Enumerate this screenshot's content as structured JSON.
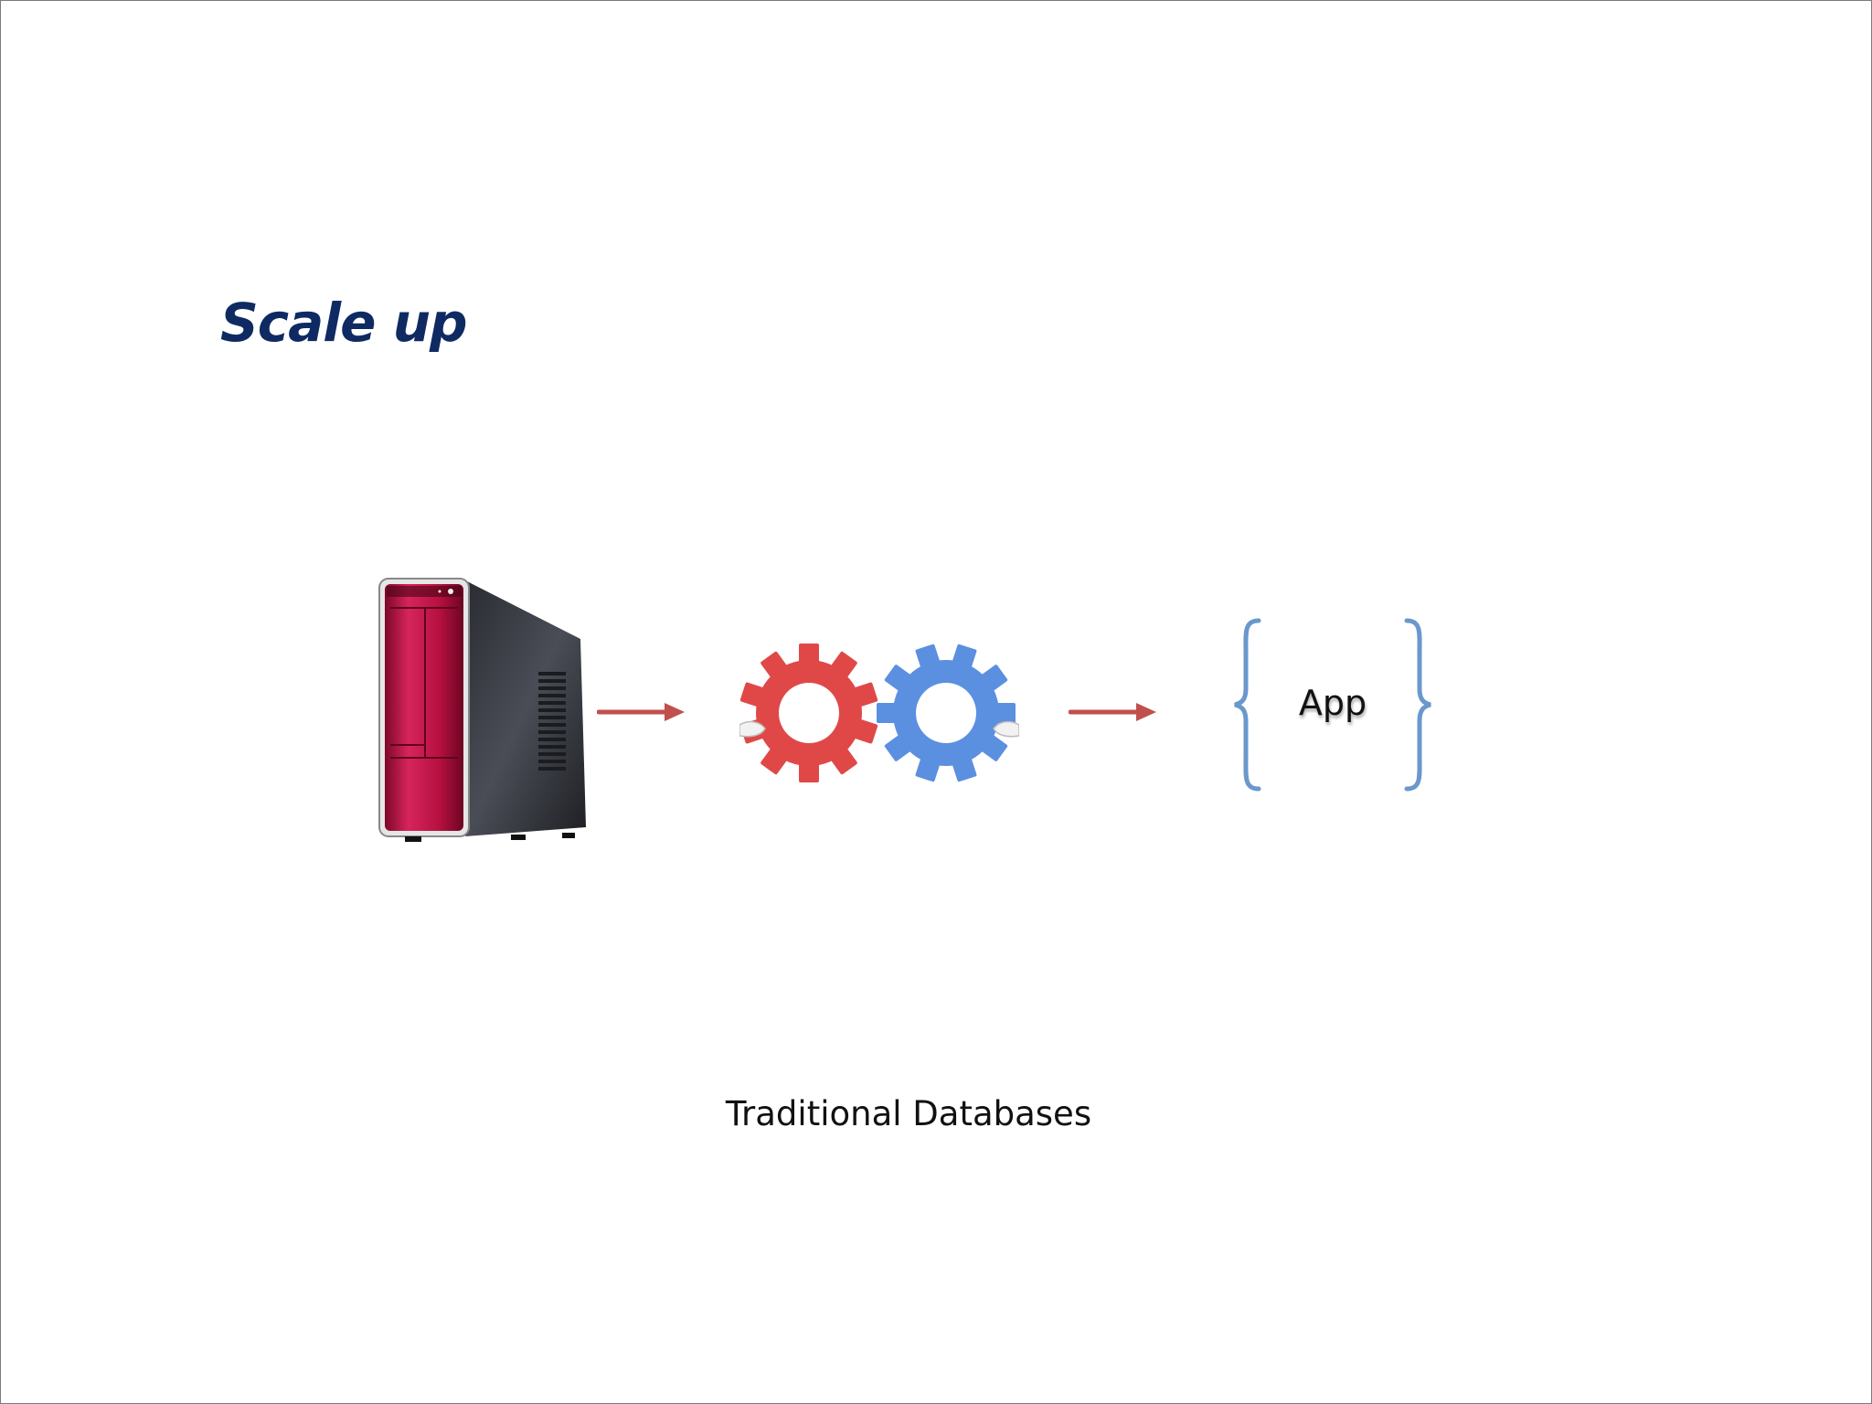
{
  "slide": {
    "title": "Scale up",
    "caption": "Traditional Databases"
  },
  "diagram": {
    "nodes": [
      {
        "id": "server",
        "icon": "server-tower-icon",
        "label": ""
      },
      {
        "id": "engine",
        "icon": "gears-icon",
        "label": ""
      },
      {
        "id": "app",
        "icon": "braces-icon",
        "label": "App"
      }
    ],
    "edges": [
      {
        "from": "server",
        "to": "engine"
      },
      {
        "from": "engine",
        "to": "app"
      }
    ]
  },
  "colors": {
    "title": "#0f2a63",
    "arrow": "#c0504d",
    "gear_red": "#e04848",
    "gear_blue": "#5b8fe0",
    "brace": "#6a98cc",
    "server_front": "#b5103f",
    "server_body": "#3c3f47"
  }
}
